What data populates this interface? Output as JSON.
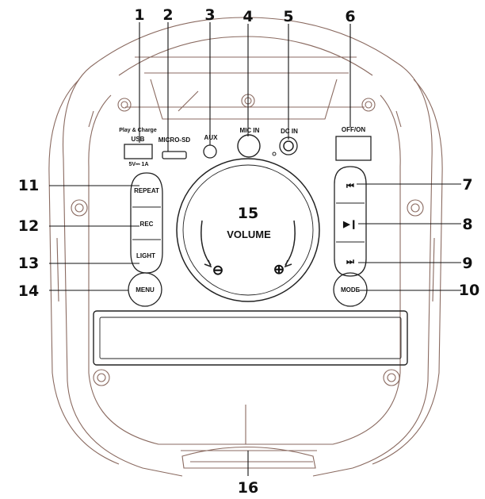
{
  "callouts": {
    "n1": "1",
    "n2": "2",
    "n3": "3",
    "n4": "4",
    "n5": "5",
    "n6": "6",
    "n7": "7",
    "n8": "8",
    "n9": "9",
    "n10": "10",
    "n11": "11",
    "n12": "12",
    "n13": "13",
    "n14": "14",
    "n15": "15",
    "n16": "16"
  },
  "ports": {
    "usb_caption": "Play & Charge",
    "usb": "USB",
    "usb_rating": "5V⎓ 1A",
    "microsd": "MICRO-SD",
    "aux": "AUX",
    "mic_in": "MIC IN",
    "dc_in": "DC IN",
    "off_on": "OFF/ON"
  },
  "buttons": {
    "repeat": "REPEAT",
    "rec": "REC",
    "light": "LIGHT",
    "menu": "MENU",
    "mode": "MODE"
  },
  "volume": {
    "label": "VOLUME",
    "minus": "⊖",
    "plus": "⊕"
  },
  "transport": {
    "prev": "⏮",
    "play_pause": "▶❙",
    "next": "⏭"
  }
}
